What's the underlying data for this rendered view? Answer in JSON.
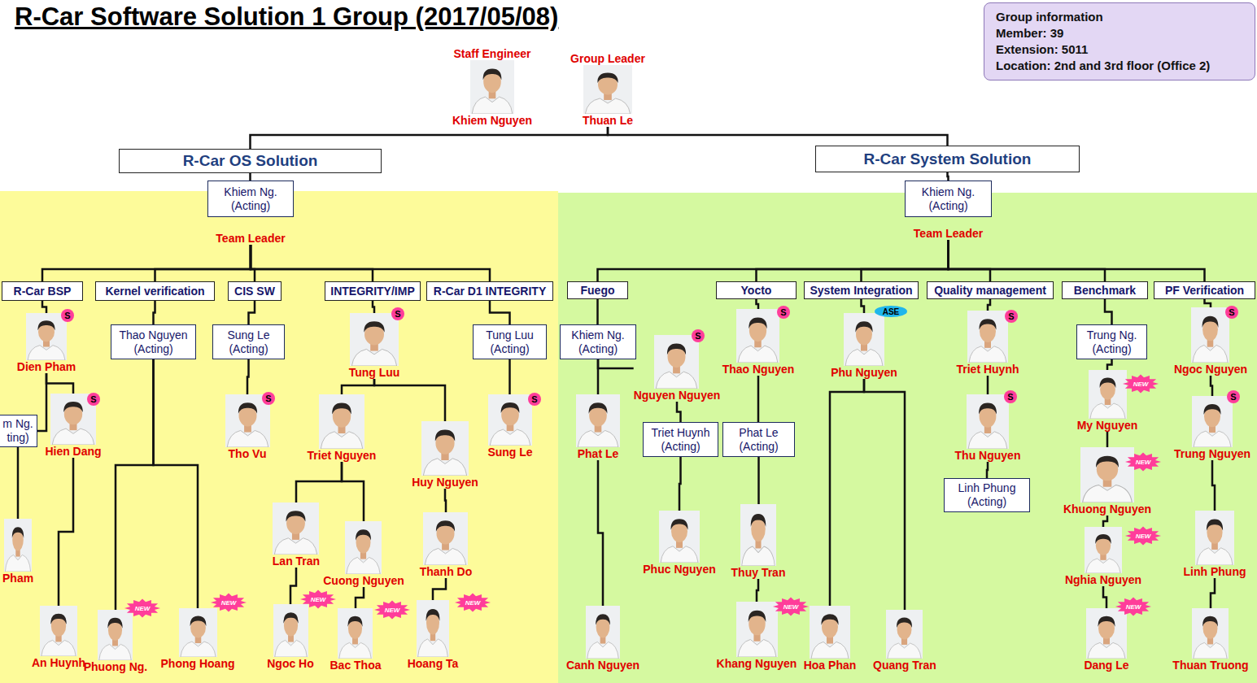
{
  "diagram": {
    "title": "R-Car Software Solution 1 Group (2017/05/08)",
    "nodes": [
      {
        "text": [
          "Staff Engineer",
          "Khiem Nguyen"
        ]
      },
      {
        "text": [
          "Group Leader",
          "Thuan Le"
        ]
      },
      {
        "text": [
          "Group information",
          "Member: 39",
          "Extension: 5011",
          "Location: 2nd and 3rd floor (Office 2)"
        ]
      },
      {
        "text": [
          "R-Car OS Solution"
        ]
      },
      {
        "text": [
          "R-Car System Solution"
        ]
      },
      {
        "text": [
          "Khiem Ng. (Acting)",
          "Team Leader"
        ]
      },
      {
        "text": [
          "Khiem Ng. (Acting)",
          "Team Leader"
        ]
      },
      {
        "text": [
          "R-Car BSP"
        ]
      },
      {
        "text": [
          "Kernel verification"
        ]
      },
      {
        "text": [
          "CIS SW"
        ]
      },
      {
        "text": [
          "INTEGRITY/IMP"
        ]
      },
      {
        "text": [
          "R-Car D1 INTEGRITY"
        ]
      },
      {
        "text": [
          "Fuego"
        ]
      },
      {
        "text": [
          "Yocto"
        ]
      },
      {
        "text": [
          "System Integration"
        ]
      },
      {
        "text": [
          "Quality management"
        ]
      },
      {
        "text": [
          "Benchmark"
        ]
      },
      {
        "text": [
          "PF Verification"
        ]
      },
      {
        "text": [
          "Dien Pham"
        ]
      },
      {
        "text": [
          "Hien Dang"
        ]
      },
      {
        "text": [
          "m Ng. ting)"
        ]
      },
      {
        "text": [
          "Pham"
        ]
      },
      {
        "text": [
          "An Huynh"
        ]
      },
      {
        "text": [
          "Thao Nguyen (Acting)"
        ]
      },
      {
        "text": [
          "Phuong Ng."
        ]
      },
      {
        "text": [
          "Phong Hoang"
        ]
      },
      {
        "text": [
          "Sung Le (Acting)"
        ]
      },
      {
        "text": [
          "Tho Vu"
        ]
      },
      {
        "text": [
          "Tung Luu"
        ]
      },
      {
        "text": [
          "Triet Nguyen"
        ]
      },
      {
        "text": [
          "Huy Nguyen"
        ]
      },
      {
        "text": [
          "Lan Tran"
        ]
      },
      {
        "text": [
          "Cuong Nguyen"
        ]
      },
      {
        "text": [
          "Thanh Do"
        ]
      },
      {
        "text": [
          "Ngoc Ho"
        ]
      },
      {
        "text": [
          "Bac Thoa"
        ]
      },
      {
        "text": [
          "Hoang Ta"
        ]
      },
      {
        "text": [
          "Tung Luu (Acting)"
        ]
      },
      {
        "text": [
          "Sung Le"
        ]
      },
      {
        "text": [
          "Khiem Ng. (Acting)"
        ]
      },
      {
        "text": [
          "Nguyen Nguyen"
        ]
      },
      {
        "text": [
          "Phat Le"
        ]
      },
      {
        "text": [
          "Triet Huynh (Acting)"
        ]
      },
      {
        "text": [
          "Phuc Nguyen"
        ]
      },
      {
        "text": [
          "Canh Nguyen"
        ]
      },
      {
        "text": [
          "Thao Nguyen"
        ]
      },
      {
        "text": [
          "Phat Le (Acting)"
        ]
      },
      {
        "text": [
          "Thuy Tran"
        ]
      },
      {
        "text": [
          "Khang Nguyen"
        ]
      },
      {
        "text": [
          "Phu Nguyen"
        ]
      },
      {
        "text": [
          "Hoa Phan"
        ]
      },
      {
        "text": [
          "Quang Tran"
        ]
      },
      {
        "text": [
          "Triet Huynh"
        ]
      },
      {
        "text": [
          "Thu Nguyen"
        ]
      },
      {
        "text": [
          "Linh Phung (Acting)"
        ]
      },
      {
        "text": [
          "Trung Ng. (Acting)"
        ]
      },
      {
        "text": [
          "My Nguyen"
        ]
      },
      {
        "text": [
          "Khuong Nguyen"
        ]
      },
      {
        "text": [
          "Nghia Nguyen"
        ]
      },
      {
        "text": [
          "Dang Le"
        ]
      },
      {
        "text": [
          "Ngoc Nguyen"
        ]
      },
      {
        "text": [
          "Trung Nguyen"
        ]
      },
      {
        "text": [
          "Linh Phung"
        ]
      },
      {
        "text": [
          "Thuan Truong"
        ]
      }
    ],
    "edges": [
      {
        "from": 1,
        "to": 3,
        "arrow": "none"
      },
      {
        "from": 1,
        "to": 4,
        "arrow": "none"
      },
      {
        "from": 3,
        "to": 5,
        "arrow": "none"
      },
      {
        "from": 4,
        "to": 6,
        "arrow": "none"
      },
      {
        "from": 5,
        "to": 7,
        "arrow": "none"
      },
      {
        "from": 5,
        "to": 8,
        "arrow": "none"
      },
      {
        "from": 5,
        "to": 9,
        "arrow": "none"
      },
      {
        "from": 5,
        "to": 10,
        "arrow": "none"
      },
      {
        "from": 5,
        "to": 11,
        "arrow": "none"
      },
      {
        "from": 6,
        "to": 12,
        "arrow": "none"
      },
      {
        "from": 6,
        "to": 13,
        "arrow": "none"
      },
      {
        "from": 6,
        "to": 14,
        "arrow": "none"
      },
      {
        "from": 6,
        "to": 15,
        "arrow": "none"
      },
      {
        "from": 6,
        "to": 16,
        "arrow": "none"
      },
      {
        "from": 6,
        "to": 17,
        "arrow": "none"
      },
      {
        "from": 7,
        "to": 18,
        "arrow": "none"
      },
      {
        "from": 18,
        "to": 19,
        "arrow": "none"
      },
      {
        "from": 18,
        "to": 20,
        "arrow": "none"
      },
      {
        "from": 20,
        "to": 21,
        "arrow": "none"
      },
      {
        "from": 19,
        "to": 22,
        "arrow": "none"
      },
      {
        "from": 8,
        "to": 23,
        "arrow": "none"
      },
      {
        "from": 23,
        "to": 24,
        "arrow": "none"
      },
      {
        "from": 23,
        "to": 25,
        "arrow": "none"
      },
      {
        "from": 9,
        "to": 26,
        "arrow": "none"
      },
      {
        "from": 26,
        "to": 27,
        "arrow": "none"
      },
      {
        "from": 10,
        "to": 28,
        "arrow": "none"
      },
      {
        "from": 28,
        "to": 29,
        "arrow": "none"
      },
      {
        "from": 28,
        "to": 30,
        "arrow": "none"
      },
      {
        "from": 29,
        "to": 31,
        "arrow": "none"
      },
      {
        "from": 29,
        "to": 32,
        "arrow": "none"
      },
      {
        "from": 31,
        "to": 34,
        "arrow": "none"
      },
      {
        "from": 32,
        "to": 35,
        "arrow": "none"
      },
      {
        "from": 30,
        "to": 33,
        "arrow": "none"
      },
      {
        "from": 33,
        "to": 36,
        "arrow": "none"
      },
      {
        "from": 11,
        "to": 37,
        "arrow": "none"
      },
      {
        "from": 37,
        "to": 38,
        "arrow": "none"
      },
      {
        "from": 12,
        "to": 39,
        "arrow": "none"
      },
      {
        "from": 39,
        "to": 40,
        "arrow": "none"
      },
      {
        "from": 39,
        "to": 41,
        "arrow": "none"
      },
      {
        "from": 40,
        "to": 42,
        "arrow": "none"
      },
      {
        "from": 42,
        "to": 43,
        "arrow": "none"
      },
      {
        "from": 41,
        "to": 44,
        "arrow": "none"
      },
      {
        "from": 13,
        "to": 45,
        "arrow": "none"
      },
      {
        "from": 45,
        "to": 46,
        "arrow": "none"
      },
      {
        "from": 46,
        "to": 47,
        "arrow": "none"
      },
      {
        "from": 47,
        "to": 48,
        "arrow": "none"
      },
      {
        "from": 14,
        "to": 49,
        "arrow": "none"
      },
      {
        "from": 49,
        "to": 50,
        "arrow": "none"
      },
      {
        "from": 49,
        "to": 51,
        "arrow": "none"
      },
      {
        "from": 15,
        "to": 52,
        "arrow": "none"
      },
      {
        "from": 52,
        "to": 53,
        "arrow": "none"
      },
      {
        "from": 53,
        "to": 54,
        "arrow": "none"
      },
      {
        "from": 16,
        "to": 55,
        "arrow": "none"
      },
      {
        "from": 55,
        "to": 56,
        "arrow": "none"
      },
      {
        "from": 56,
        "to": 57,
        "arrow": "none"
      },
      {
        "from": 57,
        "to": 58,
        "arrow": "none"
      },
      {
        "from": 58,
        "to": 59,
        "arrow": "none"
      },
      {
        "from": 17,
        "to": 60,
        "arrow": "none"
      },
      {
        "from": 60,
        "to": 61,
        "arrow": "none"
      },
      {
        "from": 61,
        "to": 62,
        "arrow": "none"
      },
      {
        "from": 62,
        "to": 63,
        "arrow": "none"
      }
    ],
    "labels": [
      "S",
      "S",
      "NEW",
      "NEW",
      "S",
      "S",
      "NEW",
      "NEW",
      "NEW",
      "S",
      "S",
      "S",
      "NEW",
      "ASE",
      "S",
      "S",
      "NEW",
      "NEW",
      "NEW",
      "NEW",
      "S",
      "S"
    ]
  }
}
